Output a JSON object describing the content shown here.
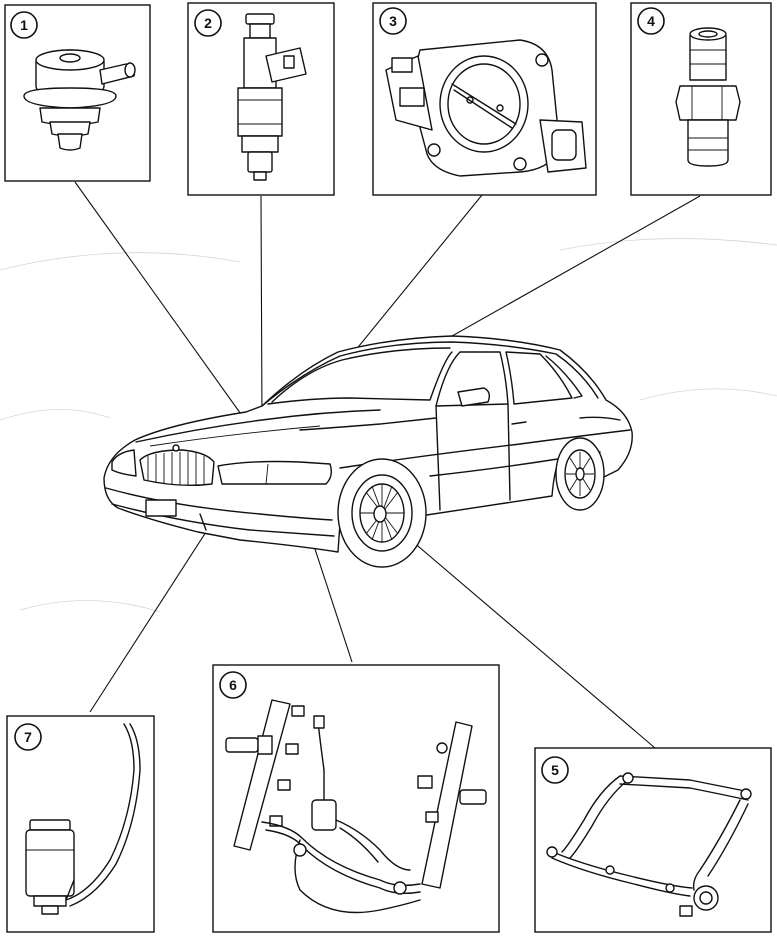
{
  "callouts": [
    {
      "id": "callout-1",
      "label": "1"
    },
    {
      "id": "callout-2",
      "label": "2"
    },
    {
      "id": "callout-3",
      "label": "3"
    },
    {
      "id": "callout-4",
      "label": "4"
    },
    {
      "id": "callout-5",
      "label": "5"
    },
    {
      "id": "callout-6",
      "label": "6"
    },
    {
      "id": "callout-7",
      "label": "7"
    }
  ],
  "components": [
    {
      "callout": "1",
      "depicts": "fuel-pressure-regulator"
    },
    {
      "callout": "2",
      "depicts": "fuel-injector"
    },
    {
      "callout": "3",
      "depicts": "throttle-body"
    },
    {
      "callout": "4",
      "depicts": "fuel-filter-fitting"
    },
    {
      "callout": "5",
      "depicts": "fuel-rail-bracket"
    },
    {
      "callout": "6",
      "depicts": "fuel-rail-assembly"
    },
    {
      "callout": "7",
      "depicts": "fuel-pump"
    }
  ],
  "colors": {
    "line": "#111111",
    "background": "#ffffff"
  }
}
